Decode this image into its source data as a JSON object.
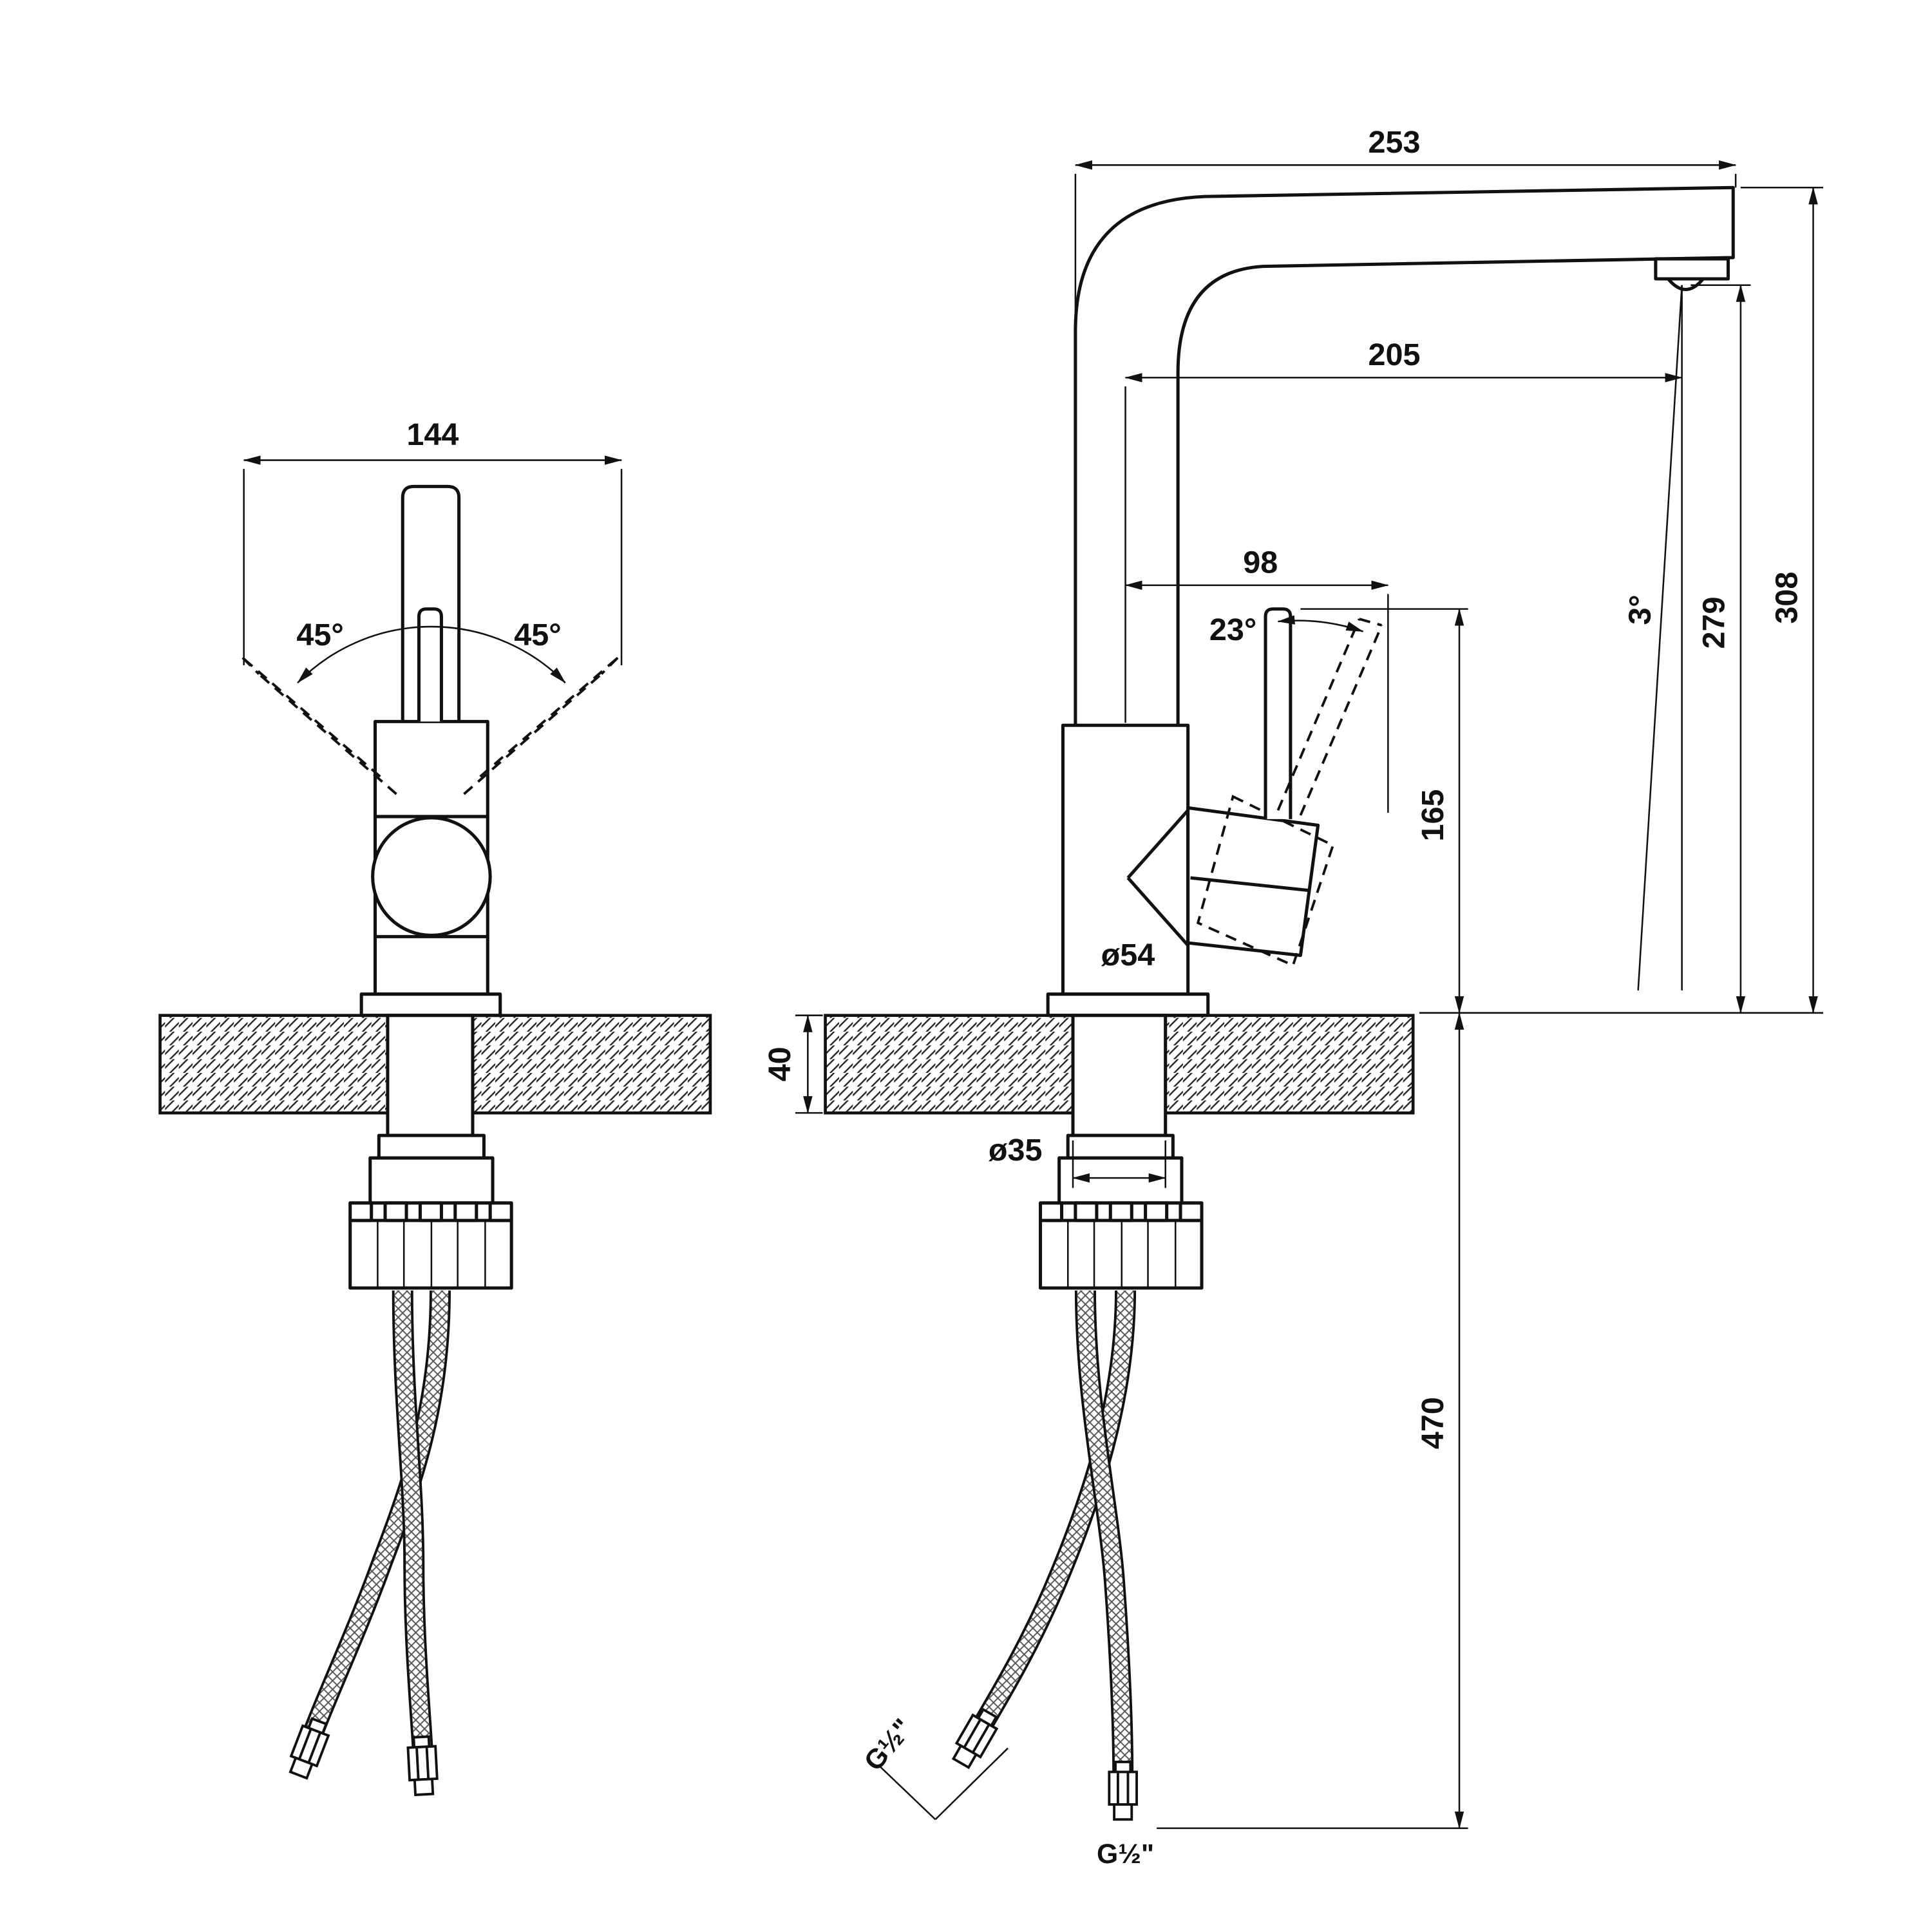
{
  "front_view": {
    "width": "144",
    "swing_left": "45°",
    "swing_right": "45°"
  },
  "side_view": {
    "spout_overall_reach": "253",
    "spout_reach": "205",
    "handle_reach": "98",
    "handle_angle": "23°",
    "spout_angle": "3°",
    "overall_height": "308",
    "spout_height": "279",
    "handle_height": "165",
    "body_diameter": "ø54",
    "counter_thickness": "40",
    "mount_hole_diameter": "ø35",
    "hose_length": "470",
    "fitting_angled_label": "G½\"",
    "fitting_bottom_label": "G½\""
  },
  "colors": {
    "line": "#111111",
    "background": "#ffffff"
  }
}
